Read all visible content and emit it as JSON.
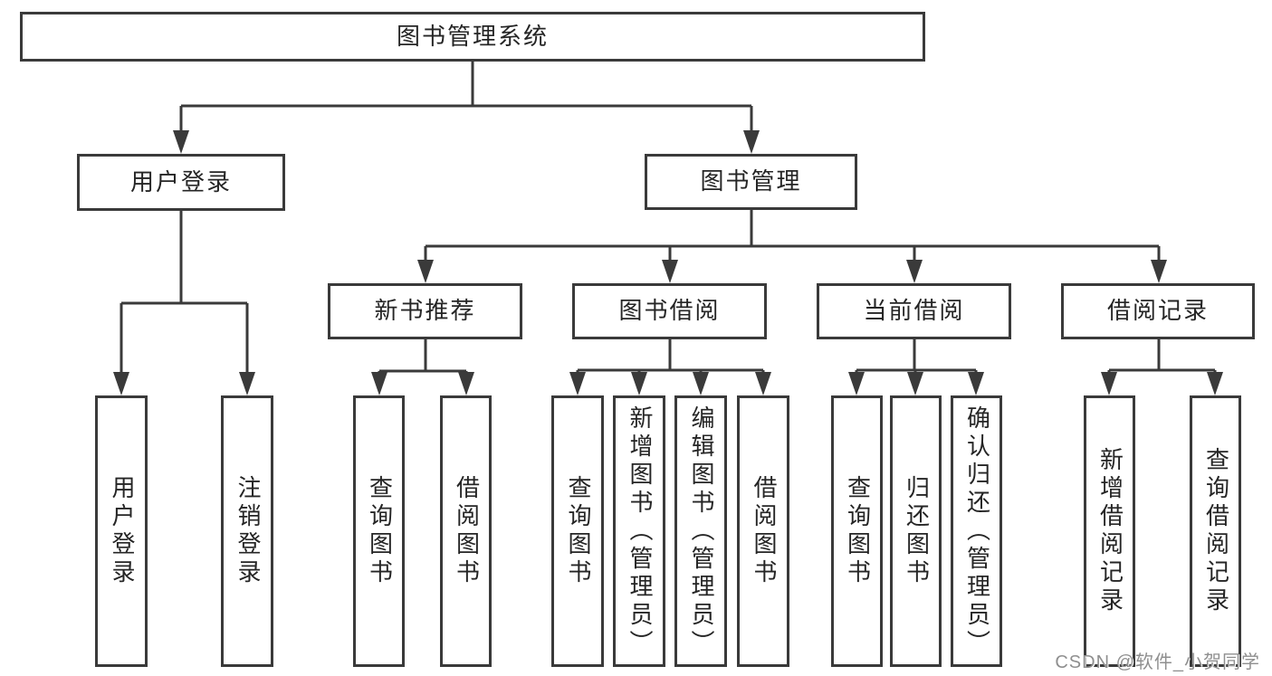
{
  "tree": {
    "label": "图书管理系统",
    "children": [
      {
        "label": "用户登录",
        "children": [
          {
            "label": "用户登录"
          },
          {
            "label": "注销登录"
          }
        ]
      },
      {
        "label": "图书管理",
        "children": [
          {
            "label": "新书推荐",
            "children": [
              {
                "label": "查询图书"
              },
              {
                "label": "借阅图书"
              }
            ]
          },
          {
            "label": "图书借阅",
            "children": [
              {
                "label": "查询图书"
              },
              {
                "label": "新增图书（管理员）"
              },
              {
                "label": "编辑图书（管理员）"
              },
              {
                "label": "借阅图书"
              }
            ]
          },
          {
            "label": "当前借阅",
            "children": [
              {
                "label": "查询图书"
              },
              {
                "label": "归还图书"
              },
              {
                "label": "确认归还（管理员）"
              }
            ]
          },
          {
            "label": "借阅记录",
            "children": [
              {
                "label": "新增借阅记录"
              },
              {
                "label": "查询借阅记录"
              }
            ]
          }
        ]
      }
    ]
  },
  "watermark": "CSDN @软件_小贺同学",
  "colors": {
    "line": "#3a3a3a",
    "text": "#252525",
    "background": "#ffffff",
    "watermark": "#8f8f8f"
  }
}
